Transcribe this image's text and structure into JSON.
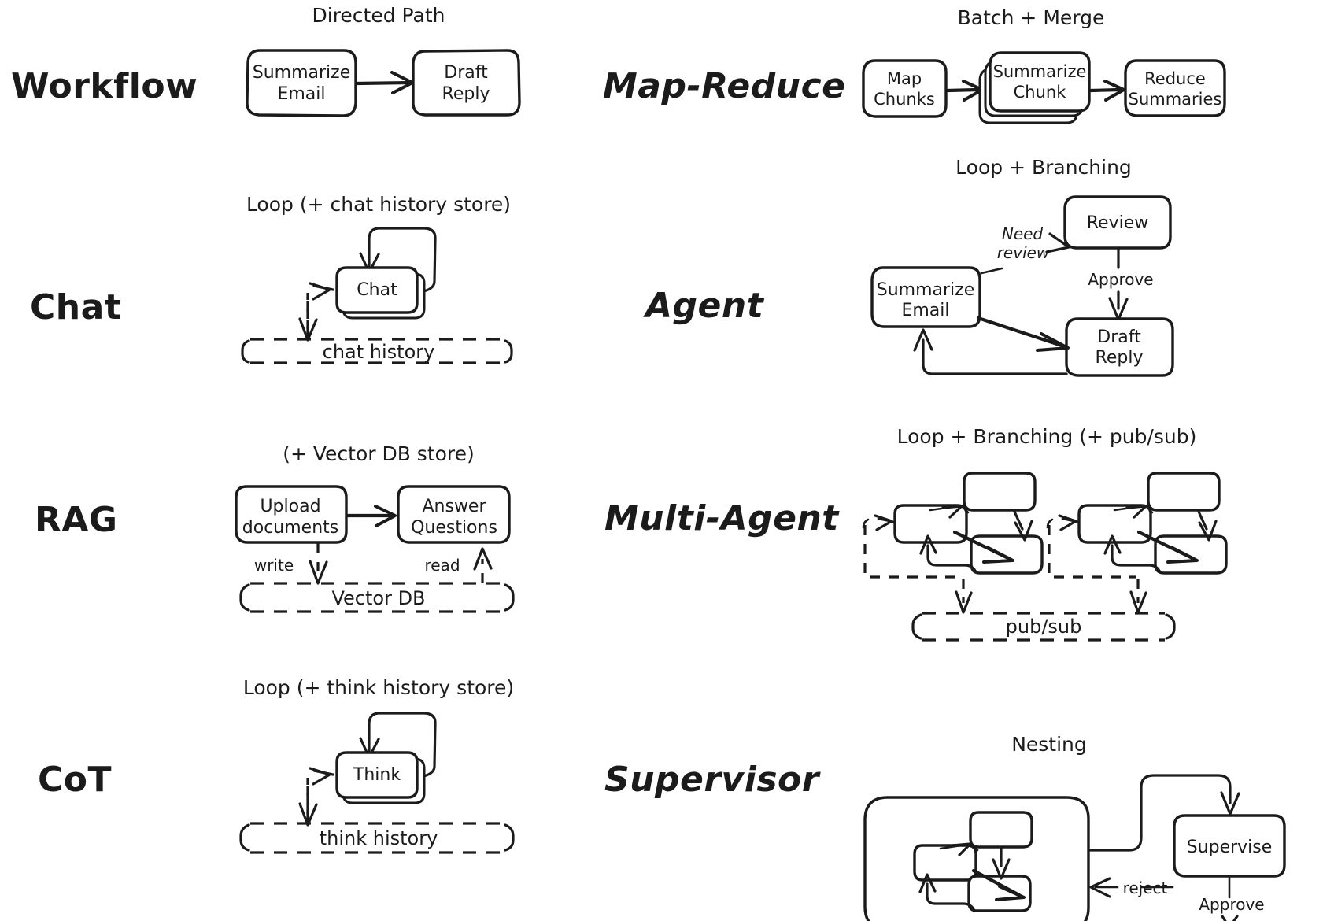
{
  "figure": {
    "background": "#ffffff",
    "ink": "#1b1b1b",
    "style": "hand-drawn whiteboard sketch"
  },
  "rows": [
    {
      "left": {
        "label": "Workflow",
        "title": "Directed Path"
      },
      "right": {
        "label": "Map-Reduce",
        "title": "Batch + Merge"
      }
    },
    {
      "left": {
        "label": "Chat",
        "title": "Loop (+ chat history store)"
      },
      "right": {
        "label": "Agent",
        "title": "Loop + Branching"
      }
    },
    {
      "left": {
        "label": "RAG",
        "title": "(+ Vector DB store)"
      },
      "right": {
        "label": "Multi-Agent",
        "title": "Loop + Branching (+ pub/sub)"
      }
    },
    {
      "left": {
        "label": "CoT",
        "title": "Loop (+ think history store)"
      },
      "right": {
        "label": "Supervisor",
        "title": "Nesting"
      }
    }
  ],
  "panels": {
    "workflow": {
      "label": "Workflow",
      "title": "Directed Path",
      "nodes": [
        {
          "id": "summarize_email",
          "line1": "Summarize",
          "line2": "Email"
        },
        {
          "id": "draft_reply",
          "line1": "Draft",
          "line2": "Reply"
        }
      ],
      "edges": [
        {
          "from": "summarize_email",
          "to": "draft_reply",
          "label": ""
        }
      ]
    },
    "map_reduce": {
      "label": "Map-Reduce",
      "title": "Batch + Merge",
      "nodes": [
        {
          "id": "map_chunks",
          "line1": "Map",
          "line2": "Chunks"
        },
        {
          "id": "summarize_chunk",
          "line1": "Summarize",
          "line2": "Chunk",
          "stacked": true
        },
        {
          "id": "reduce_summaries",
          "line1": "Reduce",
          "line2": "Summaries"
        }
      ],
      "edges": [
        {
          "from": "map_chunks",
          "to": "summarize_chunk",
          "label": ""
        },
        {
          "from": "summarize_chunk",
          "to": "reduce_summaries",
          "label": ""
        }
      ]
    },
    "chat": {
      "label": "Chat",
      "title": "Loop (+ chat history store)",
      "nodes": [
        {
          "id": "chat",
          "line1": "Chat",
          "line2": "",
          "stacked": true
        }
      ],
      "store": {
        "id": "chat_history",
        "label": "chat history",
        "dashed": true
      },
      "edges": [
        {
          "from": "chat",
          "to": "chat",
          "label": "",
          "kind": "self-loop"
        }
      ]
    },
    "agent": {
      "label": "Agent",
      "title": "Loop + Branching",
      "nodes": [
        {
          "id": "summarize_email",
          "line1": "Summarize",
          "line2": "Email"
        },
        {
          "id": "review",
          "line1": "Review",
          "line2": ""
        },
        {
          "id": "draft_reply",
          "line1": "Draft",
          "line2": "Reply"
        }
      ],
      "edges": [
        {
          "from": "summarize_email",
          "to": "review",
          "label": "Need review"
        },
        {
          "from": "review",
          "to": "draft_reply",
          "label": "Approve"
        },
        {
          "from": "summarize_email",
          "to": "draft_reply",
          "label": ""
        },
        {
          "from": "draft_reply",
          "to": "summarize_email",
          "label": ""
        }
      ]
    },
    "rag": {
      "label": "RAG",
      "title": "(+ Vector DB store)",
      "nodes": [
        {
          "id": "upload_documents",
          "line1": "Upload",
          "line2": "documents"
        },
        {
          "id": "answer_questions",
          "line1": "Answer",
          "line2": "Questions"
        }
      ],
      "store": {
        "id": "vector_db",
        "label": "Vector DB",
        "dashed": true
      },
      "edges": [
        {
          "from": "upload_documents",
          "to": "answer_questions",
          "label": ""
        },
        {
          "from": "upload_documents",
          "to": "vector_db",
          "label": "write"
        },
        {
          "from": "vector_db",
          "to": "answer_questions",
          "label": "read"
        }
      ]
    },
    "multi_agent": {
      "label": "Multi-Agent",
      "title": "Loop + Branching (+ pub/sub)",
      "clusters": 2,
      "nodes_per_cluster": 3,
      "nodes": [
        {
          "id": "a1",
          "line1": "",
          "line2": ""
        },
        {
          "id": "a2",
          "line1": "",
          "line2": ""
        },
        {
          "id": "a3",
          "line1": "",
          "line2": ""
        },
        {
          "id": "b1",
          "line1": "",
          "line2": ""
        },
        {
          "id": "b2",
          "line1": "",
          "line2": ""
        },
        {
          "id": "b3",
          "line1": "",
          "line2": ""
        }
      ],
      "store": {
        "id": "pub_sub",
        "label": "pub/sub",
        "dashed": true
      }
    },
    "cot": {
      "label": "CoT",
      "title": "Loop (+ think history store)",
      "nodes": [
        {
          "id": "think",
          "line1": "Think",
          "line2": "",
          "stacked": true
        }
      ],
      "store": {
        "id": "think_history",
        "label": "think history",
        "dashed": true
      },
      "edges": [
        {
          "from": "think",
          "to": "think",
          "label": "",
          "kind": "self-loop"
        }
      ]
    },
    "supervisor": {
      "label": "Supervisor",
      "title": "Nesting",
      "nodes": [
        {
          "id": "sub1",
          "line1": "",
          "line2": ""
        },
        {
          "id": "sub2",
          "line1": "",
          "line2": ""
        },
        {
          "id": "sub3",
          "line1": "",
          "line2": ""
        },
        {
          "id": "supervise",
          "line1": "Supervise",
          "line2": ""
        }
      ],
      "edges": [
        {
          "from": "nested_group",
          "to": "supervise",
          "label": ""
        },
        {
          "from": "supervise",
          "to": "nested_group",
          "label": "reject"
        },
        {
          "from": "supervise",
          "to": "out",
          "label": "Approve"
        }
      ]
    }
  }
}
